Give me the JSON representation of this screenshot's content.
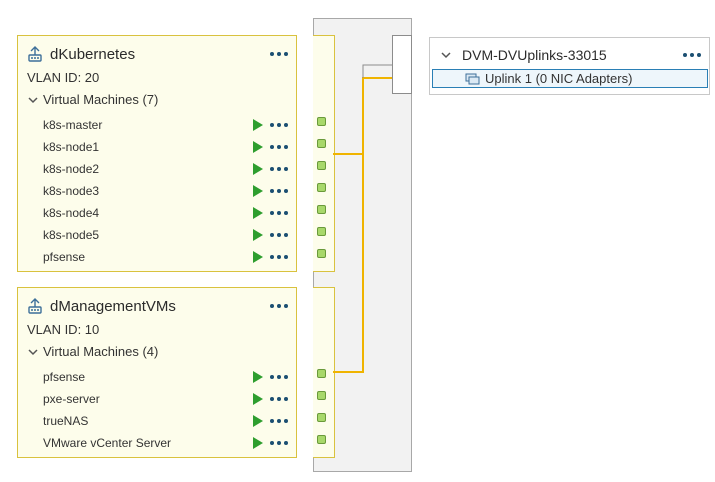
{
  "port_groups": [
    {
      "name": "dKubernetes",
      "vlan": "VLAN ID: 20",
      "vm_header": "Virtual Machines (7)",
      "vms": [
        "k8s-master",
        "k8s-node1",
        "k8s-node2",
        "k8s-node3",
        "k8s-node4",
        "k8s-node5",
        "pfsense"
      ]
    },
    {
      "name": "dManagementVMs",
      "vlan": "VLAN ID: 10",
      "vm_header": "Virtual Machines (4)",
      "vms": [
        "pfsense",
        "pxe-server",
        "trueNAS",
        "VMware vCenter Server"
      ]
    }
  ],
  "uplink_group": {
    "name": "DVM-DVUplinks-33015",
    "uplink": "Uplink 1 (0 NIC Adapters)"
  },
  "colors": {
    "wire": "#f0b400",
    "card_border": "#d9c23e",
    "card_bg": "#fdfdeb",
    "run_icon": "#2e9e2e",
    "port_green": "#a8d86a",
    "selection_border": "#2a7fb5"
  }
}
